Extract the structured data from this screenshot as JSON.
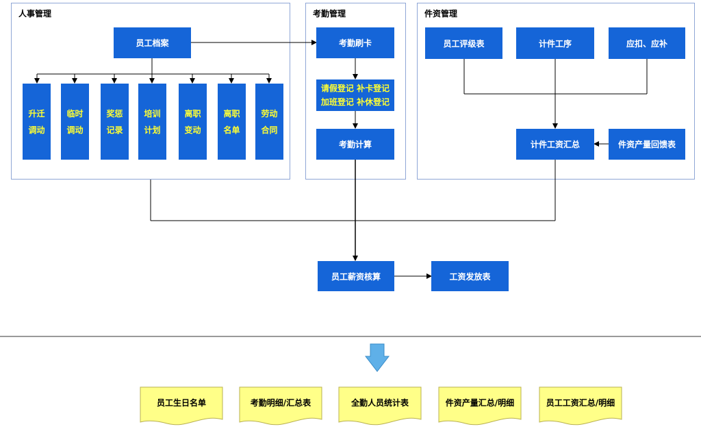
{
  "panels": {
    "hr": {
      "title": "人事管理"
    },
    "attendance": {
      "title": "考勤管理"
    },
    "piecework": {
      "title": "件资管理"
    }
  },
  "hr": {
    "archive": "员工档案",
    "children": [
      {
        "line1": "升迁",
        "line2": "调动"
      },
      {
        "line1": "临时",
        "line2": "调动"
      },
      {
        "line1": "奖惩",
        "line2": "记录"
      },
      {
        "line1": "培训",
        "line2": "计划"
      },
      {
        "line1": "离职",
        "line2": "变动"
      },
      {
        "line1": "离职",
        "line2": "名单"
      },
      {
        "line1": "劳动",
        "line2": "合同"
      }
    ]
  },
  "attendance": {
    "swipe": "考勤刷卡",
    "leave_line1": "请假登记 补卡登记",
    "leave_line2": "加班登记 补休登记",
    "calc": "考勤计算"
  },
  "piecework": {
    "rating": "员工评级表",
    "process": "计件工序",
    "deduct": "应扣、应补",
    "summary": "计件工资汇总",
    "feedback": "件资产量回馈表"
  },
  "payroll": {
    "calc": "员工薪资核算",
    "issue": "工资发放表"
  },
  "reports": [
    "员工生日名单",
    "考勤明细/汇总表",
    "全勤人员统计表",
    "件资产量汇总/明细",
    "员工工资汇总/明细"
  ],
  "colors": {
    "box": "#1565d8",
    "panel_border": "#8fa6d6",
    "report_fill": "#ffff88",
    "down_arrow": "#5fb0e8"
  }
}
